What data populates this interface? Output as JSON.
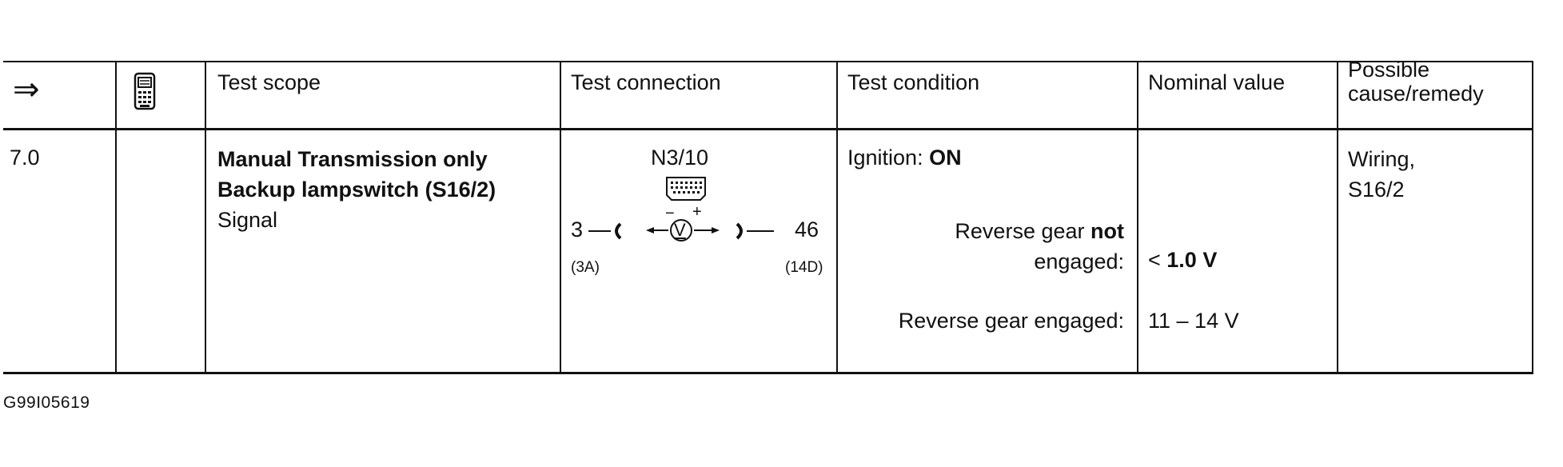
{
  "header": {
    "arrow_symbol": "⇒",
    "test_scope": "Test scope",
    "test_connection": "Test connection",
    "test_condition": "Test condition",
    "nominal_value": "Nominal value",
    "possible_cause_line1": "Possible",
    "possible_cause_line2": "cause/remedy"
  },
  "row": {
    "step": "7.0",
    "scope_line1": "Manual Transmission only",
    "scope_line2": "Backup lampswitch (S16/2)",
    "scope_line3": "Signal",
    "connection": {
      "module": "N3/10",
      "pin_left": "3",
      "pin_right": "46",
      "socket_left": "(3A)",
      "socket_right": "(14D)",
      "meter_symbol": "V",
      "meter_minus": "−",
      "meter_plus": "+"
    },
    "condition": {
      "ignition_label": "Ignition: ",
      "ignition_value": "ON",
      "case1_line1_pre": "Reverse gear ",
      "case1_line1_bold": "not",
      "case1_line2": "engaged:",
      "case2": "Reverse gear engaged:"
    },
    "nominal": {
      "case1_prefix": "< ",
      "case1_value": "1.0 V",
      "case2": "11 – 14 V"
    },
    "remedy_line1": "Wiring,",
    "remedy_line2": "S16/2"
  },
  "footer": {
    "figure_id": "G99I05619"
  }
}
